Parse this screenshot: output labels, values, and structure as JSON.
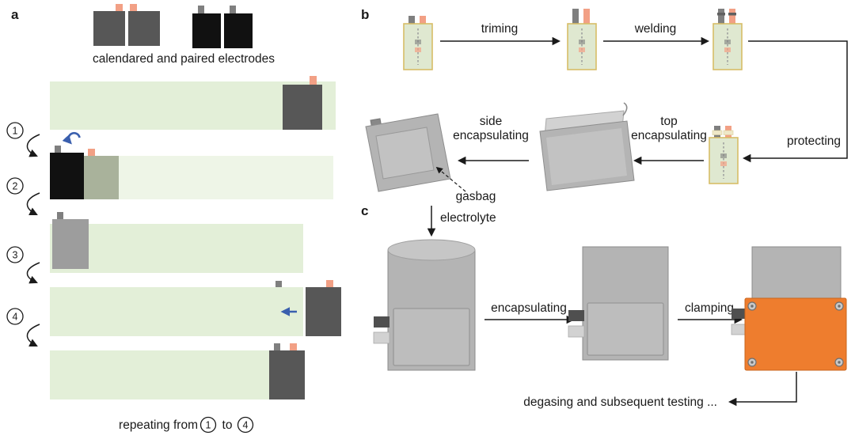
{
  "panels": {
    "a": {
      "label": "a",
      "electrodes_caption": "calendared and paired electrodes",
      "steps": [
        "1",
        "2",
        "3",
        "4"
      ],
      "repeat_prefix": "repeating from",
      "repeat_step_start": "1",
      "repeat_to": "to",
      "repeat_step_end": "4"
    },
    "b": {
      "label": "b",
      "step_triming": "triming",
      "step_welding": "welding",
      "step_protecting": "protecting",
      "step_top_encapsulating_line1": "top",
      "step_top_encapsulating_line2": "encapsulating",
      "step_side_encapsulating_line1": "side",
      "step_side_encapsulating_line2": "encapsulating",
      "gasbag_label": "gasbag"
    },
    "c": {
      "label": "c",
      "electrolyte_label": "electrolyte",
      "step_encapsulating": "encapsulating",
      "step_clamping": "clamping",
      "final_caption": "degasing and subsequent testing ..."
    }
  },
  "colors": {
    "separator_green": "#e3efd8",
    "separator_green_light": "#eef5e7",
    "electrode_dark": "#575757",
    "electrode_black": "#111111",
    "electrode_gray": "#9d9d9d",
    "electrode_sage": "#a9b29b",
    "tab_orange": "#f2a085",
    "tab_gray": "#7f7f7f",
    "cell_green": "#dfe8d0",
    "cell_border": "#d7bd67",
    "pouch_gray": "#b4b4b4",
    "clamp_orange": "#ee7d2e",
    "arrow_blue": "#3a5fae",
    "arrow_black": "#1a1a1a"
  }
}
